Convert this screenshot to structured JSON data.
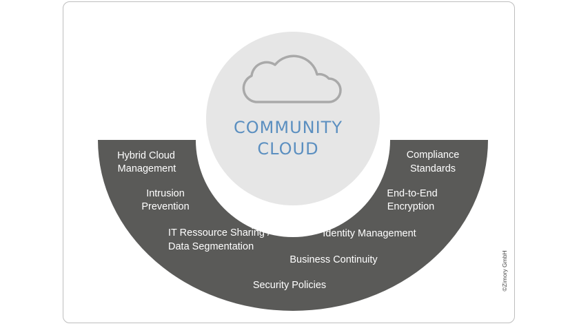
{
  "diagram": {
    "center": {
      "title_line1": "COMMUNITY",
      "title_line2": "CLOUD",
      "icon": "cloud-icon"
    },
    "labels": {
      "hybrid_cloud_1": "Hybrid Cloud",
      "hybrid_cloud_2": "Management",
      "intrusion_1": "Intrusion",
      "intrusion_2": "Prevention",
      "it_sharing_1": "IT Ressource Sharing /",
      "it_sharing_2": "Data Segmentation",
      "security_policies": "Security Policies",
      "business_continuity": "Business Continuity",
      "identity_management": "Identity Management",
      "end_to_end_1": "End-to-End",
      "end_to_end_2": "Encryption",
      "compliance_1": "Compliance",
      "compliance_2": "Standards"
    },
    "copyright": "©Zimory GmbH",
    "colors": {
      "arc": "#5a5a58",
      "circle": "#e6e6e6",
      "cloud_outline": "#a9a9a9",
      "title": "#5b8fc0",
      "label_text": "#ffffff"
    }
  }
}
